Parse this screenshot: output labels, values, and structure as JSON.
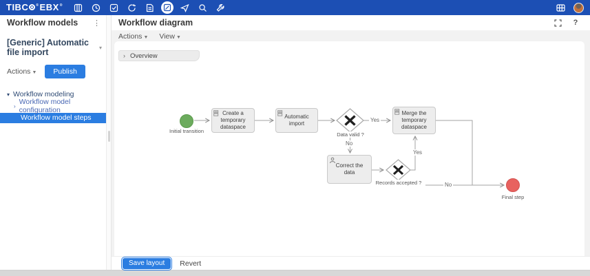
{
  "topbar": {
    "logo_part1": "TIBC",
    "logo_part2": "EBX",
    "logo_reg": "®",
    "icon_names": [
      "dataset-icon",
      "history-icon",
      "tasks-icon",
      "sync-icon",
      "data-model-icon",
      "workflow-icon-active",
      "publication-icon",
      "search-icon",
      "wrench-icon",
      "apps-grid-icon",
      "user-avatar"
    ]
  },
  "sidebar": {
    "header": "Workflow models",
    "model_title": "[Generic] Automatic file import",
    "actions_label": "Actions",
    "publish_label": "Publish",
    "tree": [
      {
        "label": "Workflow modeling",
        "state": "expanded"
      },
      {
        "label": "Workflow model configuration",
        "state": "collapsed"
      },
      {
        "label": "Workflow model steps",
        "state": "selected"
      }
    ]
  },
  "main": {
    "header": "Workflow diagram",
    "help_label": "?",
    "toolbar": {
      "actions_label": "Actions",
      "view_label": "View"
    },
    "overview_label": "Overview",
    "footer": {
      "save_label": "Save layout",
      "revert_label": "Revert"
    }
  },
  "diagram": {
    "nodes": {
      "initial": {
        "label": "Initial transition",
        "type": "start-event"
      },
      "create": {
        "label": "Create a temporary dataspace",
        "type": "script-task"
      },
      "import": {
        "label": "Automatic import",
        "type": "script-task"
      },
      "valid": {
        "label": "Data valid ?",
        "type": "exclusive-gateway"
      },
      "merge": {
        "label": "Merge the temporary dataspace",
        "type": "script-task"
      },
      "correct": {
        "label": "Correct the data",
        "type": "user-task"
      },
      "accepted": {
        "label": "Records accepted ?",
        "type": "exclusive-gateway"
      },
      "final": {
        "label": "Final step",
        "type": "end-event"
      }
    },
    "edge_labels": {
      "valid_yes": "Yes",
      "valid_no": "No",
      "accepted_yes": "Yes",
      "accepted_no": "No"
    }
  },
  "colors": {
    "topbar_blue": "#1c4fb4",
    "accent_blue": "#2b7de1",
    "start_green": "#6cab5d",
    "end_red": "#e8625f"
  }
}
